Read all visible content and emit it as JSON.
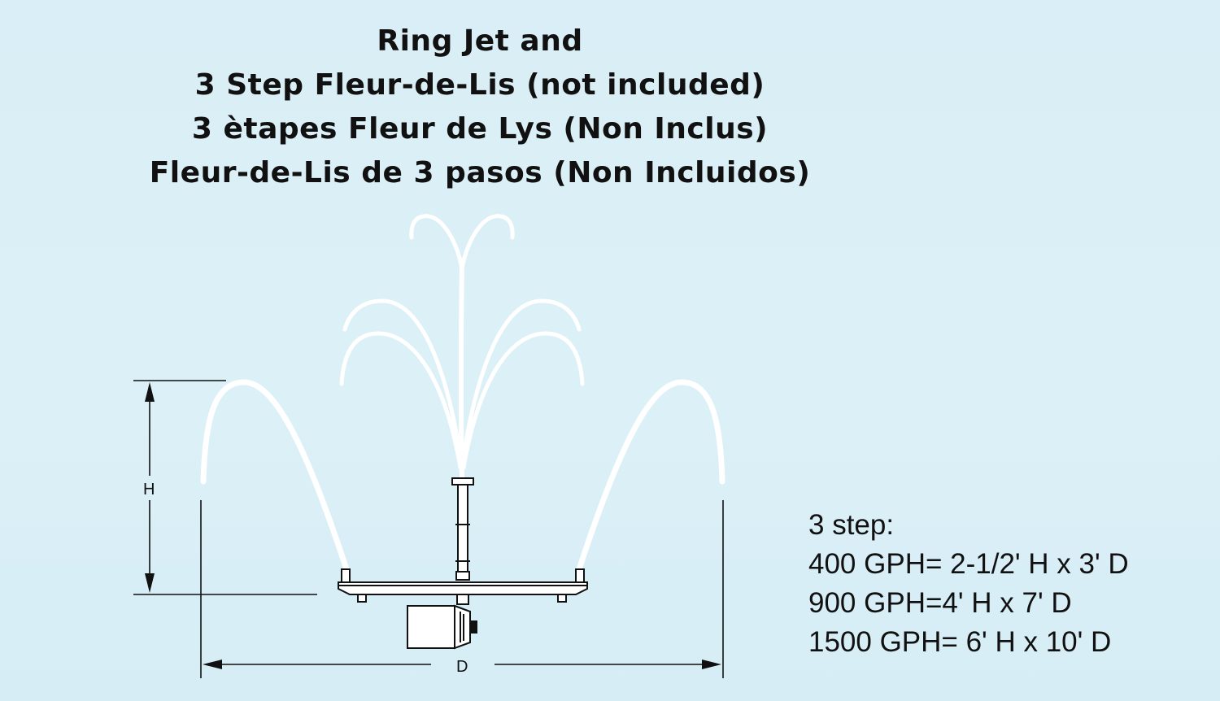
{
  "title": {
    "lines": [
      "Ring Jet and",
      "3 Step Fleur-de-Lis (not included)",
      "3 ètapes Fleur de Lys (Non Inclus)",
      "Fleur-de-Lis de 3 pasos (Non Incluidos)"
    ]
  },
  "diagram": {
    "height_label": "H",
    "diameter_label": "D",
    "spray_color": "#ffffff",
    "line_color": "#111111"
  },
  "specs": {
    "heading": "3 step:",
    "rows": [
      "400 GPH= 2-1/2' H x 3' D",
      "900 GPH=4' H x 7' D",
      "1500 GPH= 6' H x 10' D"
    ]
  }
}
